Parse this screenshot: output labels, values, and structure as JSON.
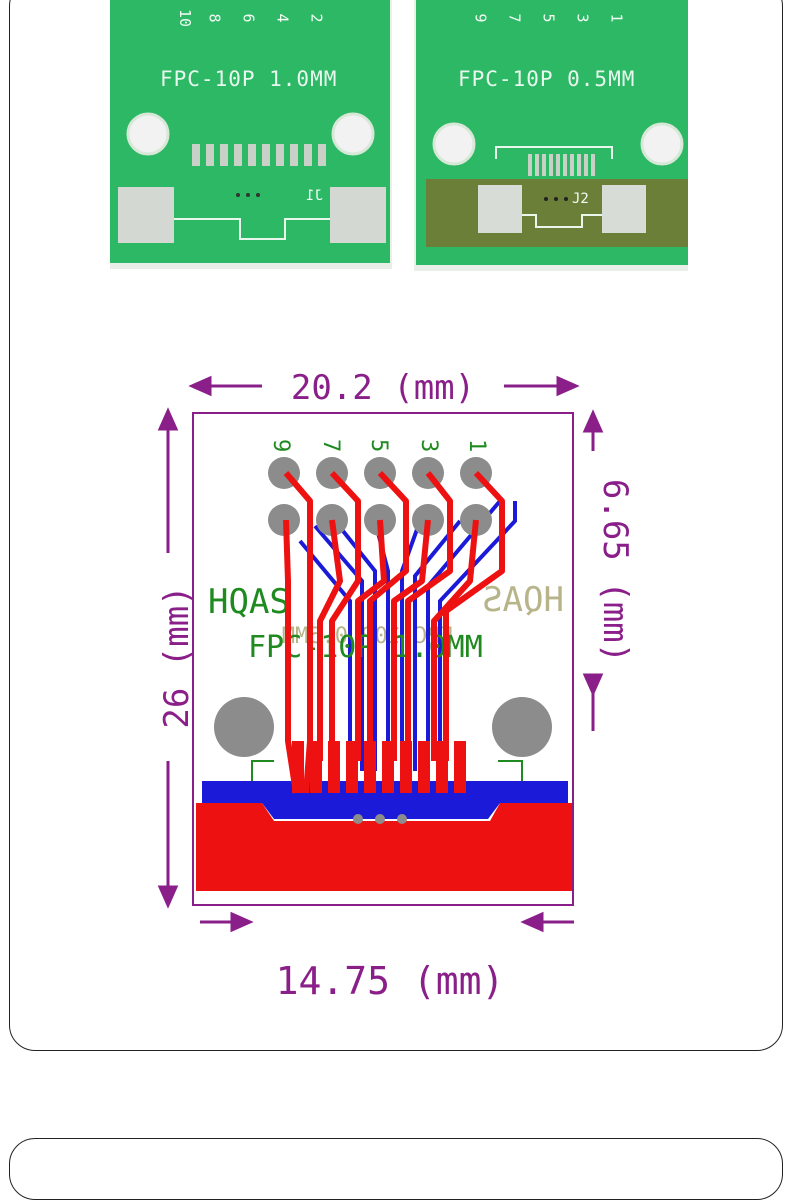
{
  "photo": {
    "left_board": {
      "label": "FPC-10P 1.0MM",
      "pins": [
        "10",
        "8",
        "6",
        "4",
        "2"
      ],
      "designator": "J1"
    },
    "right_board": {
      "label": "FPC-10P 0.5MM",
      "pins": [
        "9",
        "7",
        "5",
        "3",
        "1"
      ],
      "designator": "J2"
    }
  },
  "diagram": {
    "dim_top": "20.2 (mm)",
    "dim_left": "26 (mm)",
    "dim_right": "6.65 (mm)",
    "dim_bottom": "14.75 (mm)",
    "pins_top": [
      "9",
      "7",
      "5",
      "3",
      "1"
    ],
    "silk_brand": "HQAS",
    "silk_mirror_brand": "HQAS",
    "silk_label": "FPC-10P 1.0MM",
    "silk_mirror_label": "FPC-10P 0.5MM",
    "colors": {
      "dimension": "#8a1f8a",
      "copper_top": "#ee1111",
      "copper_bottom": "#1a1ad8",
      "silk_top": "#1f8a1f",
      "silk_bottom": "#b8b48a",
      "pad": "#8c8c8c",
      "board_green": "#1fa75a"
    }
  }
}
